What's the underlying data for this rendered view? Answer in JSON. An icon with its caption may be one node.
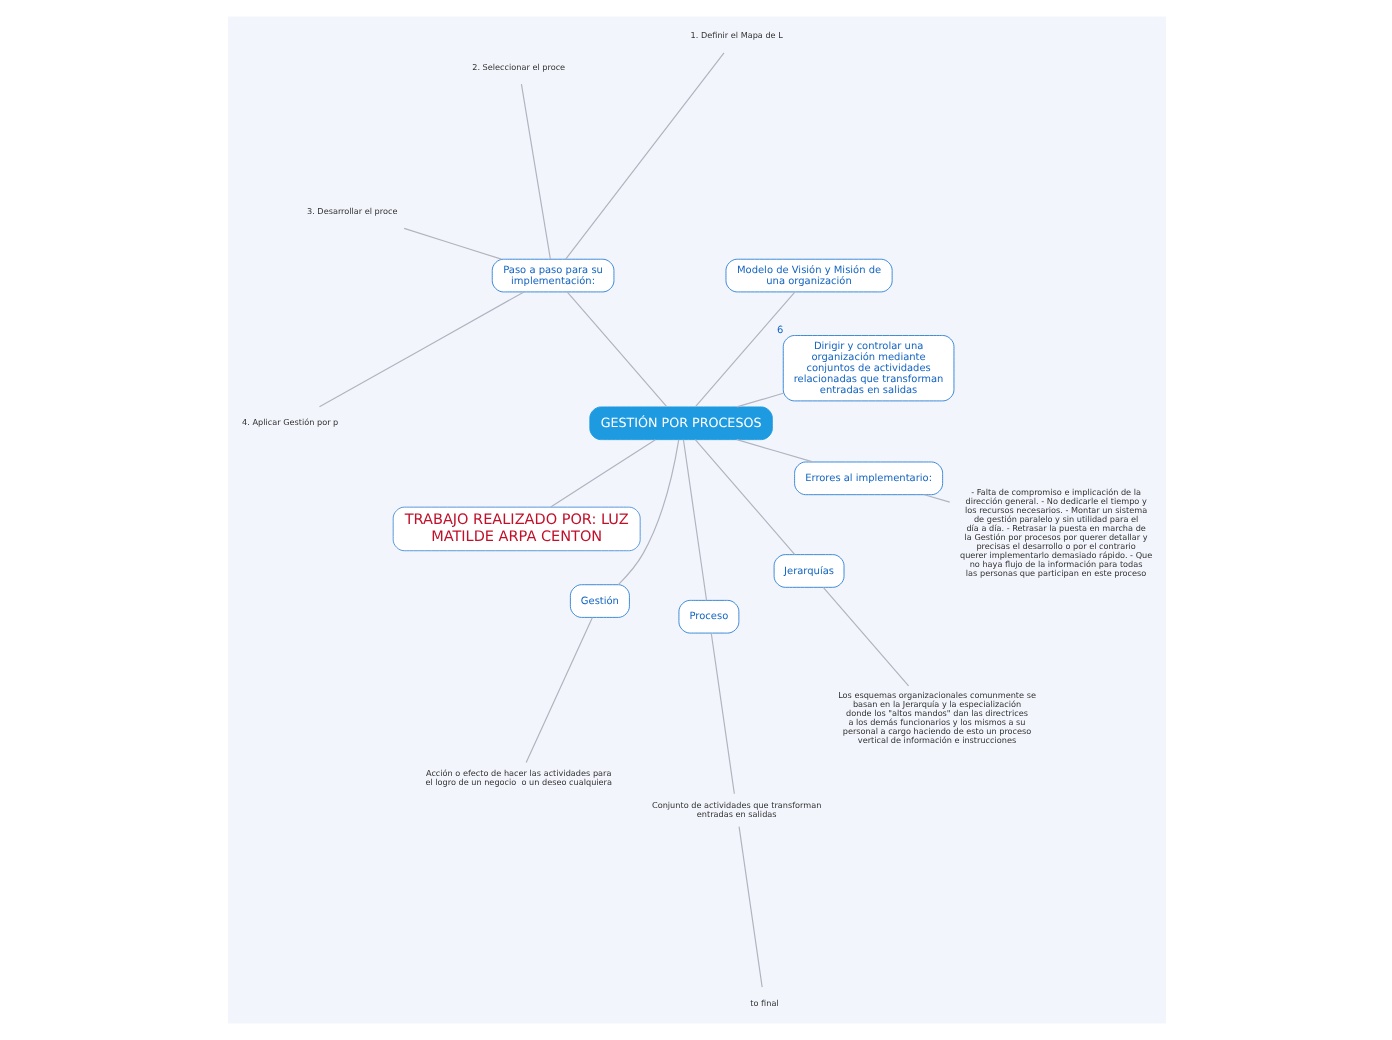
{
  "diagram": {
    "nodes": [
      {
        "text": [
          "GESTIÓN POR PROCESOS"
        ]
      },
      {
        "text": [
          "Dirigir y controlar una organización mediante conjuntos de actividades relacionadas que transforman entradas en salidas"
        ],
        "beside": [
          "6"
        ]
      },
      {
        "text": [
          "Modelo de Visión y Misión de una organización"
        ]
      },
      {
        "text": [
          "Paso a paso para su implementación:"
        ]
      },
      {
        "text": [
          "1. Definir el Mapa de L"
        ]
      },
      {
        "text": [
          "2. Seleccionar el proce"
        ]
      },
      {
        "text": [
          "3. Desarrollar el proce"
        ]
      },
      {
        "text": [
          "4. Aplicar Gestión por p"
        ]
      },
      {
        "text": [
          "TRABAJO REALIZADO POR: LUZ MATILDE ARPA CENTON"
        ]
      },
      {
        "text": [
          "Gestión"
        ]
      },
      {
        "text": [
          "Acción o efecto de hacer las actividades para el logro de un negocio  o un deseo cualquiera"
        ]
      },
      {
        "text": [
          "Proceso"
        ]
      },
      {
        "text": [
          "Conjunto de actividades que transforman entradas en salidas"
        ]
      },
      {
        "text": [
          "to final"
        ]
      },
      {
        "text": [
          "Jerarquías"
        ]
      },
      {
        "text": [
          "Los esquemas organizacionales comunmente se basan en la Jerarquía y la especialización donde los \"altos mandos\" dan las directrices a los demás funcionarios y los mismos a su personal a cargo haciendo de esto un proceso vertical de información e instrucciones"
        ]
      },
      {
        "text": [
          "Errores al implementario:"
        ]
      },
      {
        "text": [
          "- Falta de compromiso e implicación de la dirección general. - No dedicarle el tiempo y los recursos necesarios. - Montar un sistema de gestión paralelo y sin utilidad para el día a día. - Retrasar la puesta en marcha de la Gestión por procesos por querer detallar y precisas el desarrollo o por el contrario querer implementarlo demasiado rápido. - Que no haya flujo de la información para todas las personas que participan en este proceso"
        ]
      }
    ],
    "edges": [
      {
        "from": 0,
        "to": 1,
        "arrow": "none"
      },
      {
        "from": 0,
        "to": 2,
        "arrow": "none"
      },
      {
        "from": 0,
        "to": 3,
        "arrow": "none"
      },
      {
        "from": 3,
        "to": 4,
        "arrow": "none"
      },
      {
        "from": 3,
        "to": 5,
        "arrow": "none"
      },
      {
        "from": 3,
        "to": 6,
        "arrow": "none"
      },
      {
        "from": 3,
        "to": 7,
        "arrow": "none"
      },
      {
        "from": 0,
        "to": 8,
        "arrow": "none"
      },
      {
        "from": 0,
        "to": 9,
        "arrow": "none"
      },
      {
        "from": 9,
        "to": 10,
        "arrow": "none"
      },
      {
        "from": 0,
        "to": 11,
        "arrow": "none"
      },
      {
        "from": 11,
        "to": 12,
        "arrow": "none"
      },
      {
        "from": 12,
        "to": 13,
        "arrow": "none"
      },
      {
        "from": 0,
        "to": 14,
        "arrow": "none"
      },
      {
        "from": 14,
        "to": 15,
        "arrow": "none"
      },
      {
        "from": 0,
        "to": 16,
        "arrow": "none"
      },
      {
        "from": 16,
        "to": 17,
        "arrow": "none"
      }
    ]
  }
}
